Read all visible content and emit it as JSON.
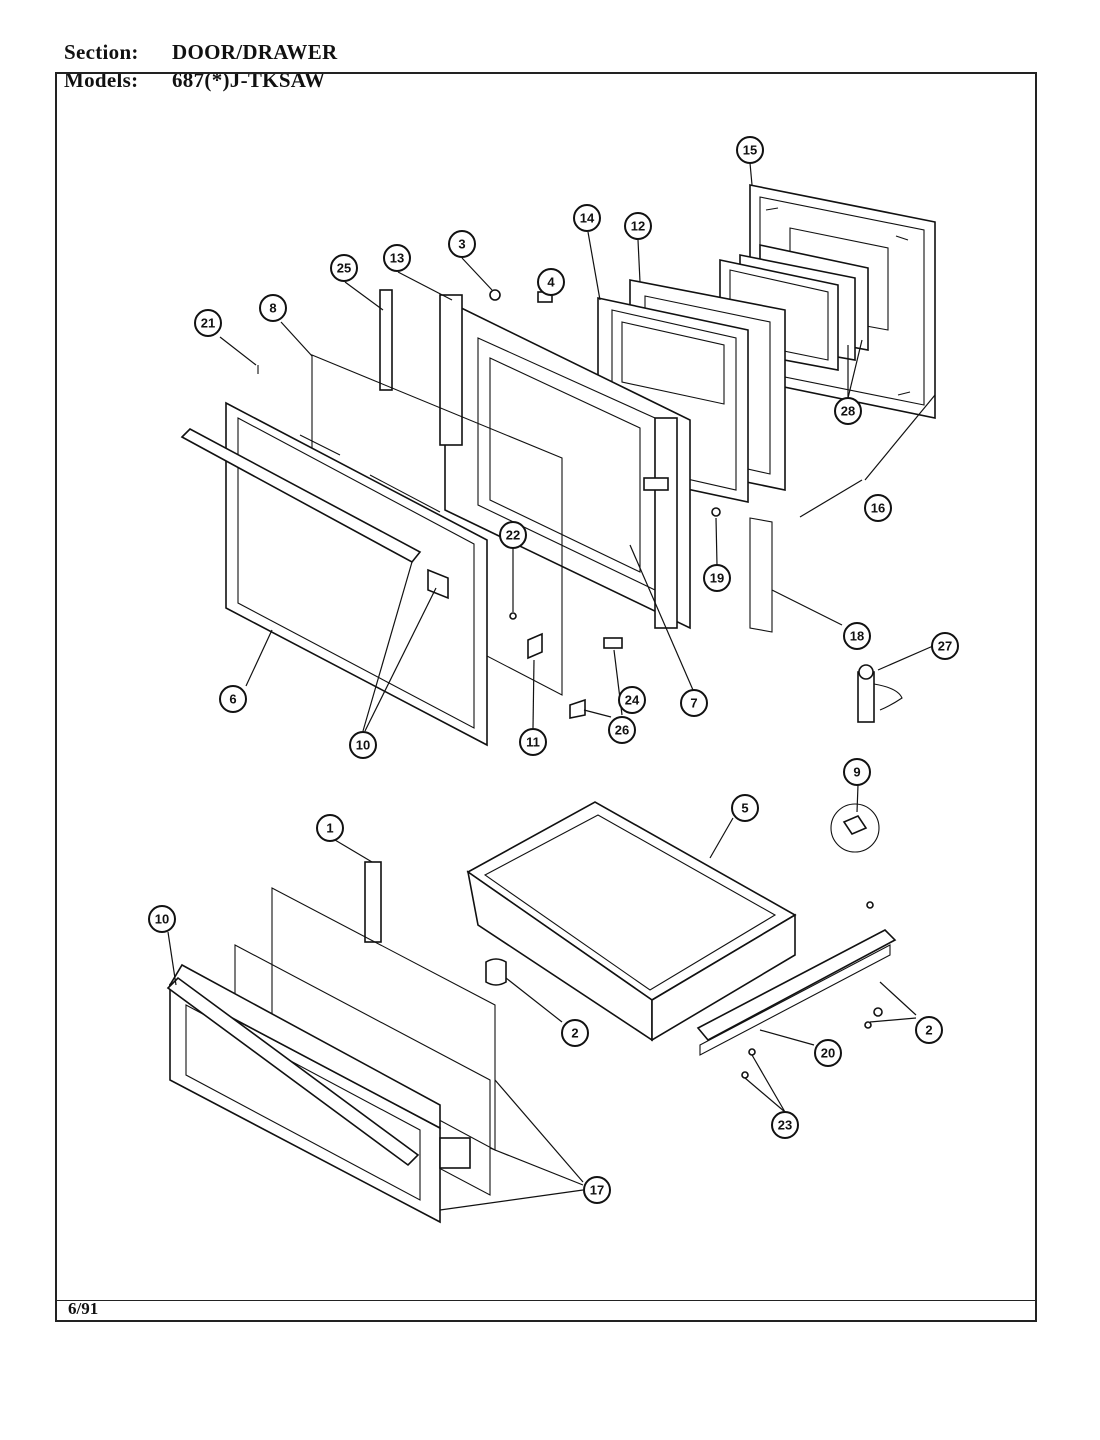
{
  "header": {
    "section_label": "Section:",
    "section_value": "DOOR/DRAWER",
    "models_label": "Models:",
    "models_value": "687(*)J-TKSAW"
  },
  "footer": {
    "date": "6/91"
  },
  "callouts": [
    "15",
    "3",
    "25",
    "13",
    "14",
    "12",
    "4",
    "21",
    "8",
    "28",
    "16",
    "22",
    "19",
    "18",
    "6",
    "10",
    "11",
    "26",
    "24",
    "7",
    "27",
    "9",
    "1",
    "5",
    "10",
    "2",
    "2",
    "20",
    "23",
    "17"
  ]
}
